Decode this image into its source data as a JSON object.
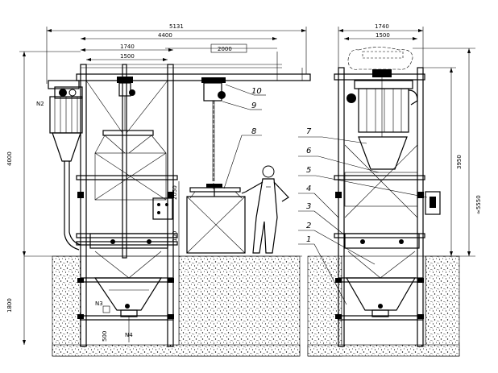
{
  "dimensions": {
    "overall_width": "5131",
    "span": "4400",
    "hoist_travel": "2000",
    "hopper_width": "1740",
    "hopper_inner": "1500",
    "frame_height": "4000",
    "bag_height": "2050",
    "bag_clearance": "100",
    "pit_depth": "1800",
    "pit_offset": "500",
    "side_width": "1740",
    "side_inner": "1500",
    "side_height": "3950",
    "total_height": "≈5550"
  },
  "callouts": [
    "1",
    "2",
    "3",
    "4",
    "5",
    "6",
    "7",
    "8",
    "9",
    "10"
  ],
  "markers": {
    "n2": "N2",
    "n3": "N3",
    "n4": "N4"
  }
}
